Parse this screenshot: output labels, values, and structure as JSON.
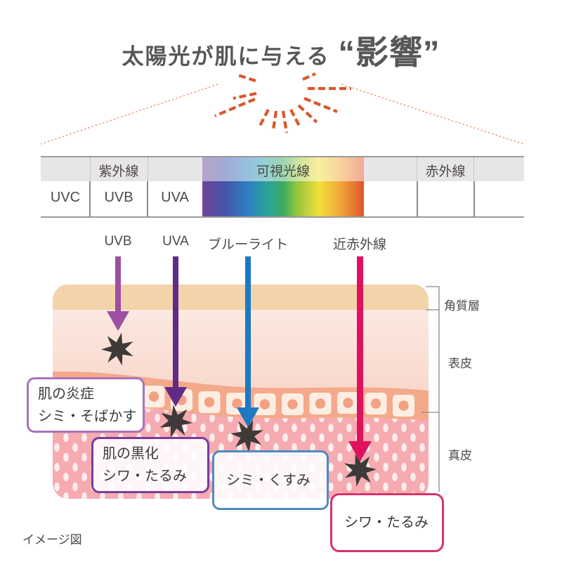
{
  "title": {
    "main": "太陽光が肌に与える",
    "emphasis": "“影響”"
  },
  "spectrum": {
    "uv_label": "紫外線",
    "visible_label": "可視光線",
    "ir_label": "赤外線",
    "uvc": "UVC",
    "uvb": "UVB",
    "uva": "UVA"
  },
  "rays": [
    {
      "label": "UVB",
      "color": "#9d50a0"
    },
    {
      "label": "UVA",
      "color": "#5f2b87"
    },
    {
      "label": "ブルーライト",
      "color": "#1d79c2"
    },
    {
      "label": "近赤外線",
      "color": "#e0115f"
    }
  ],
  "skin_layers": [
    "角質層",
    "表皮",
    "真皮"
  ],
  "effect_boxes": [
    {
      "lines": [
        "肌の炎症",
        "シミ・そばかす"
      ],
      "border_color": "#a873bd"
    },
    {
      "lines": [
        "肌の黒化",
        "シワ・たるみ"
      ],
      "border_color": "#7a3b9d"
    },
    {
      "lines": [
        "シミ・くすみ"
      ],
      "border_color": "#4c8ac2"
    },
    {
      "lines": [
        "シワ・たるみ"
      ],
      "border_color": "#d63369"
    }
  ],
  "caption": "イメージ図",
  "colors": {
    "title_text": "#57575a",
    "sunburst": "#d9572c",
    "projection_lines": "#e7a183",
    "bar_border": "#9b9b9b",
    "bar_header_bg": "#e7e6e4",
    "stratum_corneum": "#f2d3aa",
    "epidermis_top": "#fbe9e1",
    "epidermis_bottom": "#f8d3c7",
    "cell_band": "#f4a98a",
    "dermis": "#f5abb0",
    "starburst": "#3d3a39"
  }
}
